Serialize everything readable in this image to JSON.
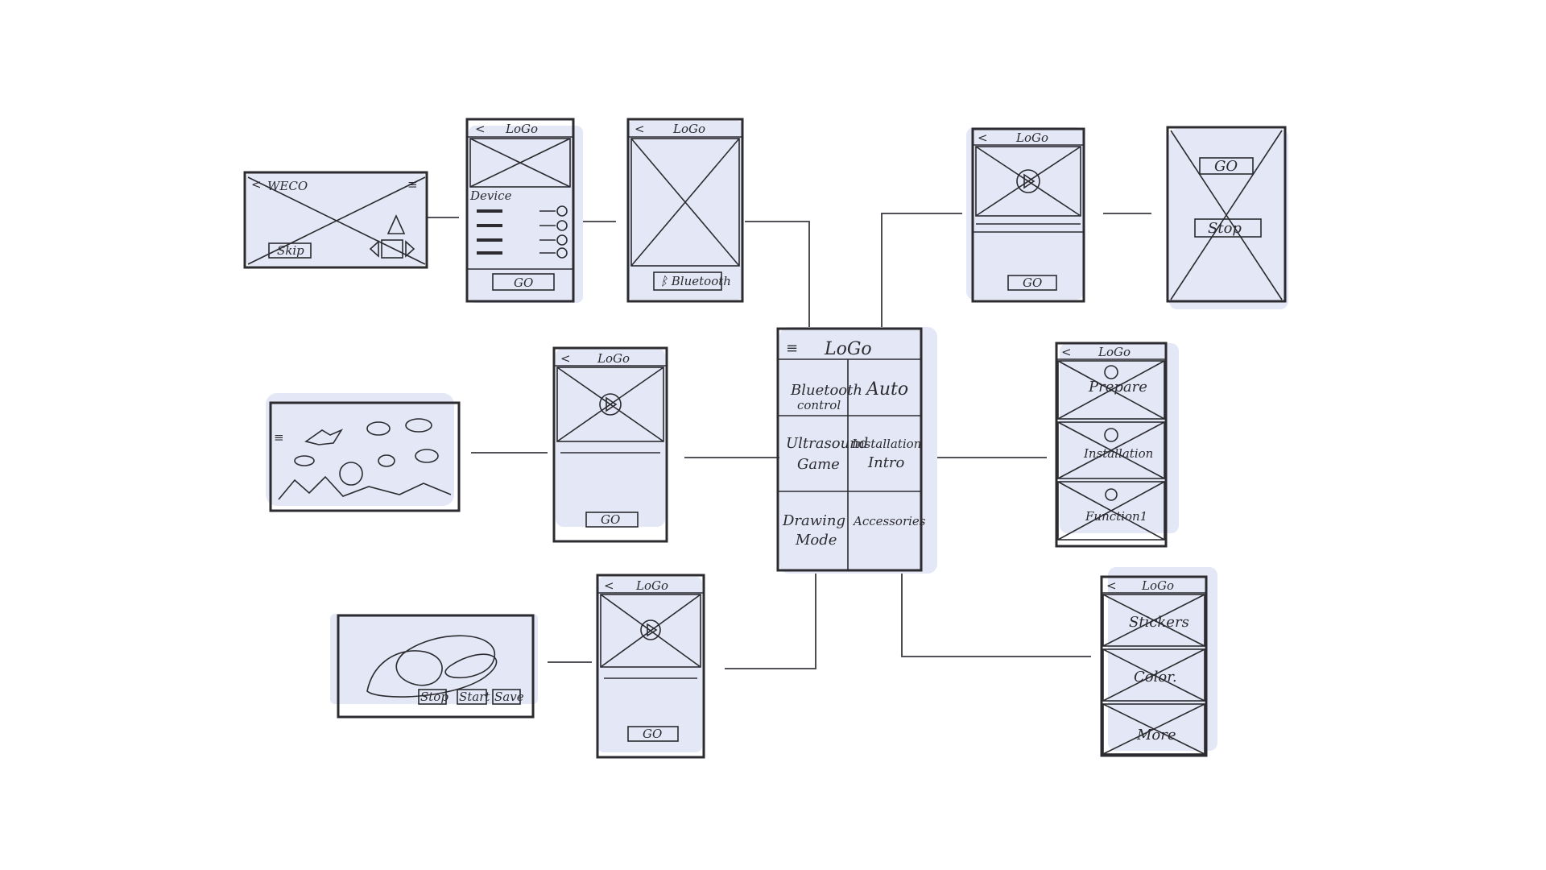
{
  "main_menu": {
    "logo": "LoGo",
    "tiles": [
      {
        "line1": "Bluetooth",
        "line2": "control"
      },
      {
        "line1": "Auto",
        "line2": ""
      },
      {
        "line1": "Ultrasound",
        "line2": "Game"
      },
      {
        "line1": "Installation",
        "line2": "Intro"
      },
      {
        "line1": "Drawing",
        "line2": "Mode"
      },
      {
        "line1": "Accessories",
        "line2": ""
      }
    ]
  },
  "welcome": {
    "title": "WECO",
    "skip": "Skip"
  },
  "device_list": {
    "logo": "LoGo",
    "section": "Device",
    "go": "GO"
  },
  "bluetooth_screen": {
    "logo": "LoGo",
    "button": "Bluetooth"
  },
  "auto_video": {
    "logo": "LoGo",
    "go": "GO"
  },
  "auto_control": {
    "go": "GO",
    "stop": "Stop"
  },
  "installation": {
    "logo": "LoGo",
    "items": [
      "Prepare",
      "Installation",
      "Function1"
    ]
  },
  "accessories": {
    "logo": "LoGo",
    "items": [
      "Stickers",
      "Color.",
      "More"
    ]
  },
  "game_video": {
    "logo": "LoGo",
    "go": "GO"
  },
  "drawing_video": {
    "logo": "LoGo",
    "go": "GO"
  },
  "drawing_canvas": {
    "buttons": [
      "Stop",
      "Start",
      "Save"
    ]
  }
}
